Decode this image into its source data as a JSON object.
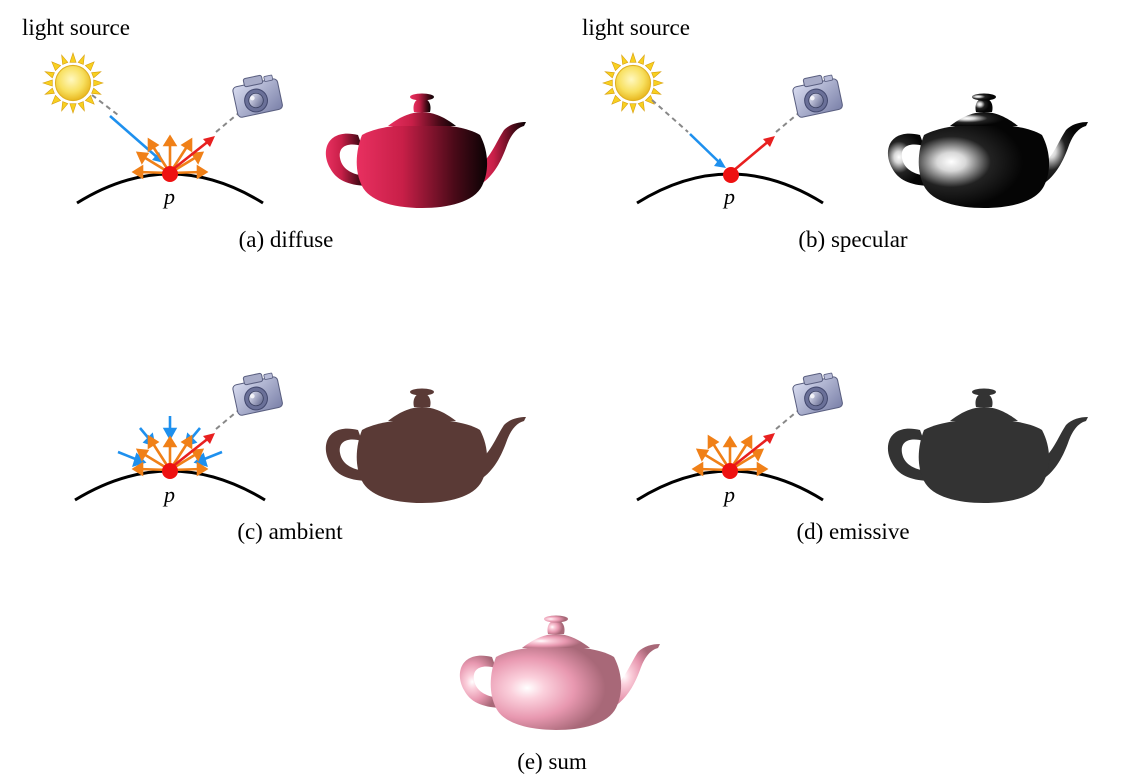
{
  "panels": {
    "diffuse": {
      "light_label": "light source",
      "point_label": "p",
      "caption": "(a) diffuse"
    },
    "specular": {
      "light_label": "light source",
      "point_label": "p",
      "caption": "(b) specular"
    },
    "ambient": {
      "point_label": "p",
      "caption": "(c) ambient"
    },
    "emissive": {
      "point_label": "p",
      "caption": "(d) emissive"
    },
    "sum": {
      "caption": "(e) sum"
    }
  },
  "icons": {
    "light": "sun-icon",
    "viewer": "camera-icon"
  },
  "colors": {
    "incoming_light": "#1e90ee",
    "reflected_light": "#f08018",
    "to_viewer": "#e82020",
    "point": "#ee1111",
    "surface": "#000000",
    "diffuse_teapot": "#d0254e",
    "specular_teapot": "#111111",
    "ambient_teapot": "#5a3a36",
    "emissive_teapot": "#333333",
    "sum_teapot": "#e89ab0"
  }
}
